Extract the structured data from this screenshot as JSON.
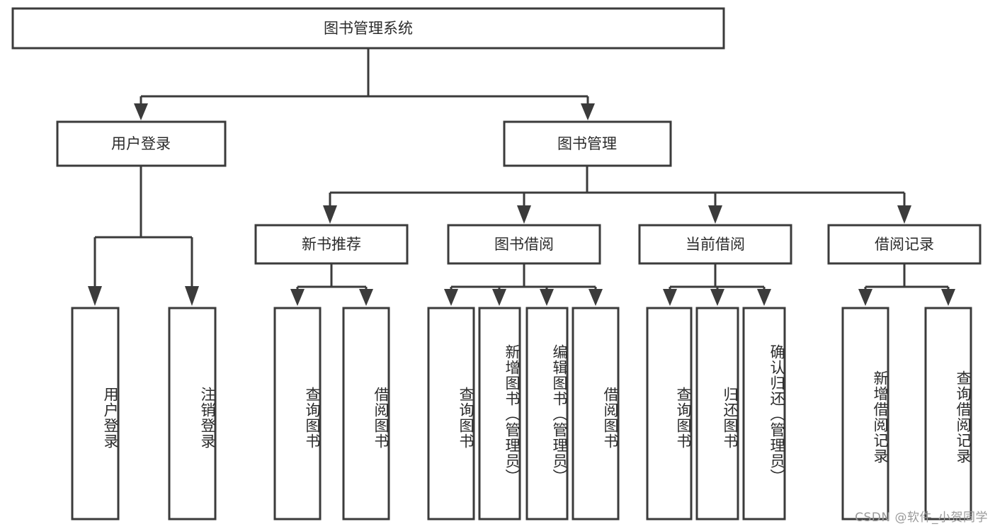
{
  "diagram": {
    "type": "tree-hierarchy",
    "title": "图书管理系统",
    "root": {
      "label": "图书管理系统",
      "level": 0
    },
    "level1": [
      {
        "label": "用户登录"
      },
      {
        "label": "图书管理"
      }
    ],
    "level2_under_book_management": [
      {
        "label": "新书推荐"
      },
      {
        "label": "图书借阅"
      },
      {
        "label": "当前借阅"
      },
      {
        "label": "借阅记录"
      }
    ],
    "leaves": {
      "user_login": [
        {
          "label": "用户登录"
        },
        {
          "label": "注销登录"
        }
      ],
      "new_book_recommend": [
        {
          "label": "查询图书"
        },
        {
          "label": "借阅图书"
        }
      ],
      "book_borrow": [
        {
          "label": "查询图书"
        },
        {
          "label": "新增图书（管理员）"
        },
        {
          "label": "编辑图书（管理员）"
        },
        {
          "label": "借阅图书"
        }
      ],
      "current_borrow": [
        {
          "label": "查询图书"
        },
        {
          "label": "归还图书"
        },
        {
          "label": "确认归还（管理员）"
        }
      ],
      "borrow_record": [
        {
          "label": "新增借阅记录"
        },
        {
          "label": "查询借阅记录"
        }
      ]
    },
    "watermark": "CSDN @软件_小贺同学",
    "colors": {
      "box_stroke": "#3b3b3b",
      "box_fill": "#ffffff",
      "text": "#2b2b2b",
      "background": "#ffffff",
      "watermark": "#9a9a9a"
    }
  }
}
